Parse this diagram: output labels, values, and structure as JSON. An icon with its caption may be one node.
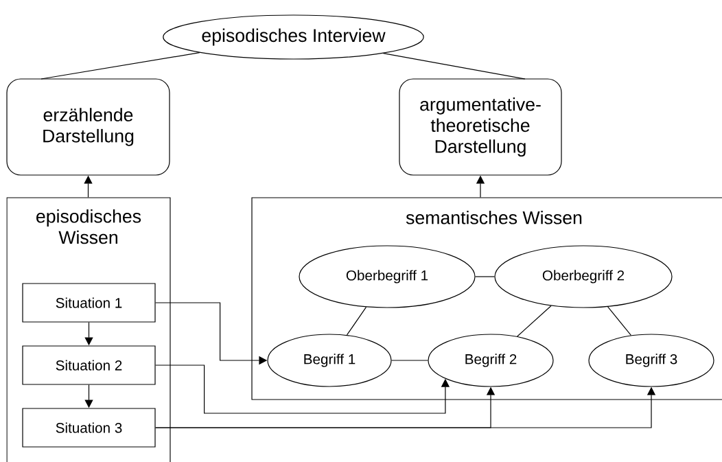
{
  "diagram": {
    "nodes": [
      {
        "text": [
          "episodisches Interview"
        ]
      },
      {
        "text": [
          "erzählende Darstellung"
        ]
      },
      {
        "text": [
          "argumentative-theoretische Darstellung"
        ]
      },
      {
        "text": [
          "episodisches Wissen"
        ]
      },
      {
        "text": [
          "Situation 1"
        ],
        "in": 3
      },
      {
        "text": [
          "Situation 2"
        ],
        "in": 3
      },
      {
        "text": [
          "Situation 3"
        ],
        "in": 3
      },
      {
        "text": [
          "semantisches Wissen"
        ]
      },
      {
        "text": [
          "Oberbegriff 1"
        ],
        "in": 7
      },
      {
        "text": [
          "Oberbegriff 2"
        ],
        "in": 7
      },
      {
        "text": [
          "Begriff 1"
        ],
        "in": 7
      },
      {
        "text": [
          "Begriff 2"
        ],
        "in": 7
      },
      {
        "text": [
          "Begriff 3"
        ],
        "in": 7
      }
    ],
    "edges": [
      {
        "from": 0,
        "to": 1,
        "arrow": "none"
      },
      {
        "from": 0,
        "to": 2,
        "arrow": "none"
      },
      {
        "from": 3,
        "to": 1,
        "arrow": "to"
      },
      {
        "from": 7,
        "to": 2,
        "arrow": "to"
      },
      {
        "from": 4,
        "to": 5,
        "arrow": "to"
      },
      {
        "from": 5,
        "to": 6,
        "arrow": "to"
      },
      {
        "from": 4,
        "to": 10,
        "arrow": "to"
      },
      {
        "from": 5,
        "to": 11,
        "arrow": "to"
      },
      {
        "from": 6,
        "to": 11,
        "arrow": "to"
      },
      {
        "from": 6,
        "to": 12,
        "arrow": "to"
      },
      {
        "from": 8,
        "to": 9,
        "arrow": "none"
      },
      {
        "from": 8,
        "to": 10,
        "arrow": "none"
      },
      {
        "from": 9,
        "to": 11,
        "arrow": "none"
      },
      {
        "from": 9,
        "to": 12,
        "arrow": "none"
      },
      {
        "from": 10,
        "to": 11,
        "arrow": "none"
      }
    ]
  }
}
